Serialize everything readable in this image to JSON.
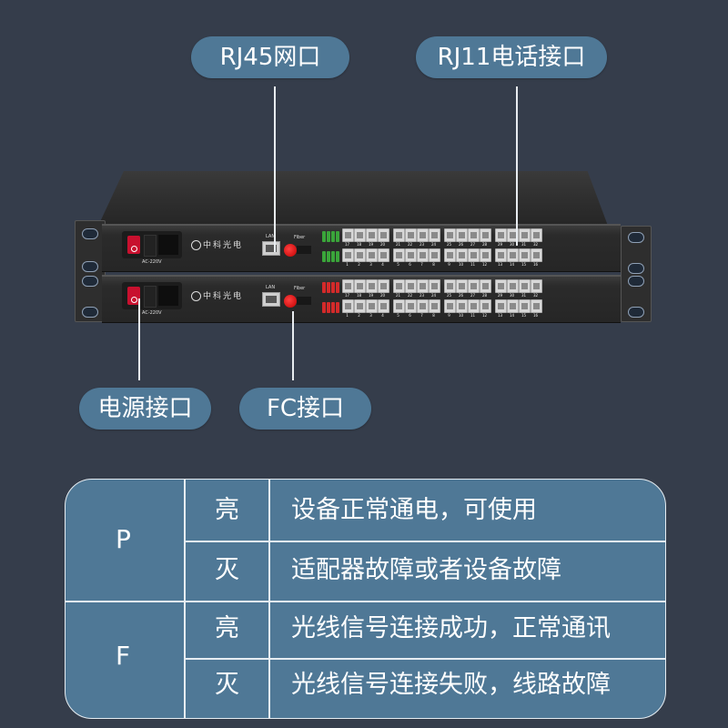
{
  "callouts": {
    "rj45": "RJ45网口",
    "rj11": "RJ11电话接口",
    "power": "电源接口",
    "fc": "FC接口"
  },
  "device": {
    "brand": "中科光电",
    "power_label": "AC-220V",
    "lan_label": "LAN",
    "fiber_label": "Fiber",
    "port_numbers_top": [
      "17",
      "18",
      "19",
      "20",
      "21",
      "22",
      "23",
      "24",
      "25",
      "26",
      "27",
      "28",
      "29",
      "30",
      "31",
      "32"
    ],
    "port_numbers_bottom": [
      "1",
      "2",
      "3",
      "4",
      "5",
      "6",
      "7",
      "8",
      "9",
      "10",
      "11",
      "12",
      "13",
      "14",
      "15",
      "16"
    ],
    "units": [
      {
        "led_color": "#3aa53a"
      },
      {
        "led_color": "#d42a2a"
      }
    ]
  },
  "indicator_table": {
    "groups": [
      {
        "code": "P",
        "rows": [
          {
            "state": "亮",
            "meaning": "设备正常通电，可使用"
          },
          {
            "state": "灭",
            "meaning": "适配器故障或者设备故障"
          }
        ]
      },
      {
        "code": "F",
        "rows": [
          {
            "state": "亮",
            "meaning": "光线信号连接成功，正常通讯"
          },
          {
            "state": "灭",
            "meaning": "光线信号连接失败，线路故障"
          }
        ]
      }
    ]
  },
  "colors": {
    "background": "#353d4b",
    "accent": "#4f7896"
  }
}
